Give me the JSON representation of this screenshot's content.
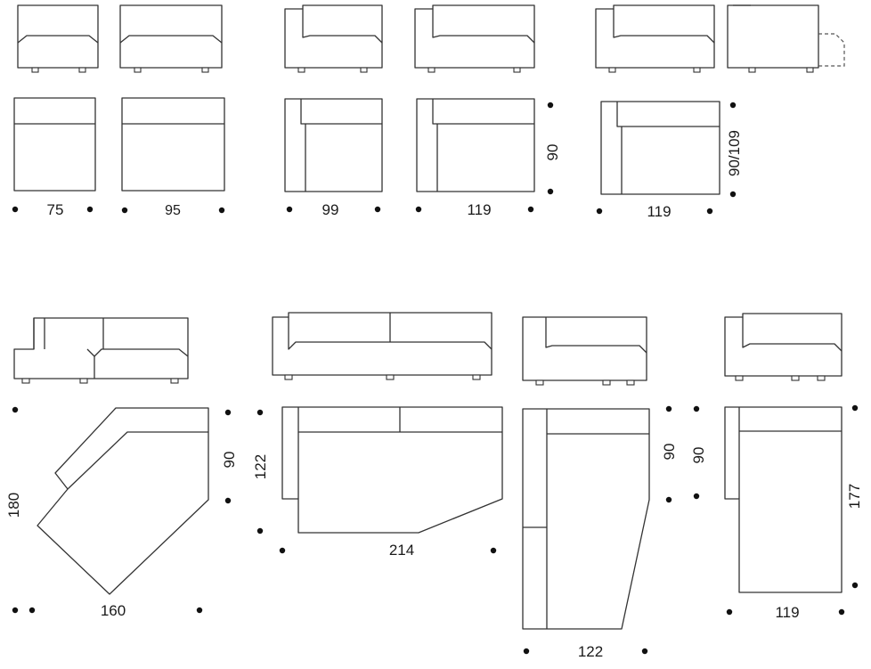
{
  "colors": {
    "line": "#333333",
    "dot": "#111111",
    "background": "#ffffff"
  },
  "dimensions": {
    "armless_75_width": "75",
    "armless_95_width": "95",
    "arm_99_width": "99",
    "arm_119_width": "119",
    "sofa_depth": "90",
    "arm_119b_width": "119",
    "arm_119b_depth": "90/109",
    "angle_depth": "90",
    "angle_side": "180",
    "angle_width": "160",
    "sofa_214_width": "214",
    "sofa_214_depth": "122",
    "chaise_122_depth": "90",
    "chaise_122_width": "122",
    "chaise_119_depth": "90",
    "chaise_119_length": "177",
    "chaise_119_width": "119"
  }
}
